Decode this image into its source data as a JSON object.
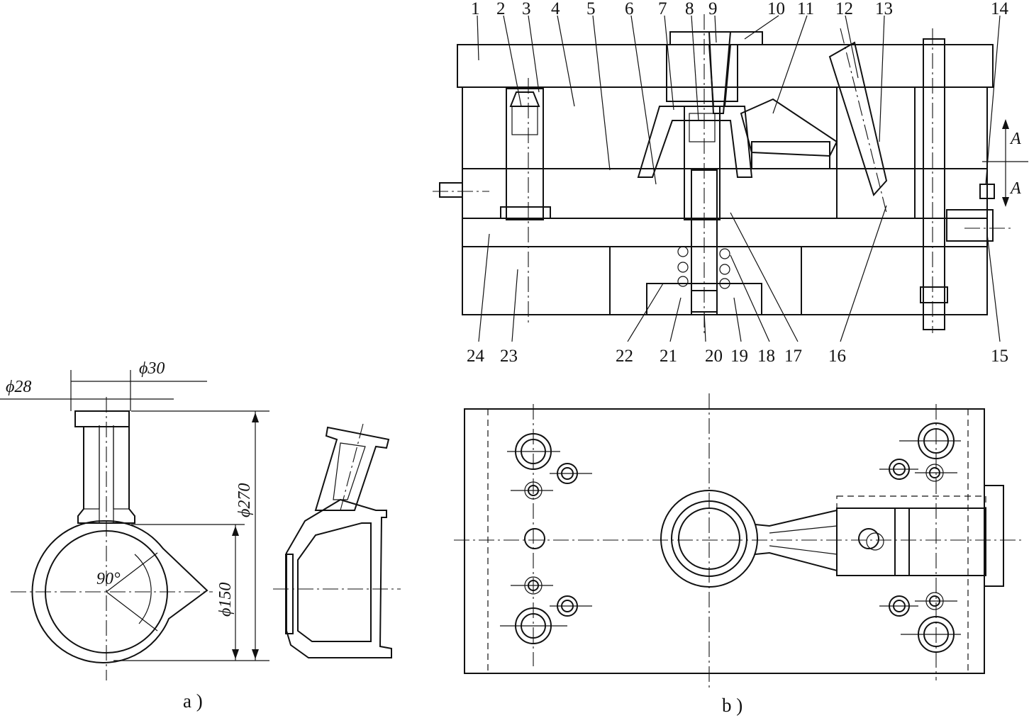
{
  "figure_a": {
    "caption": "a )",
    "dimensions": {
      "d28": "ϕ28",
      "d30": "ϕ30",
      "d270": "ϕ270",
      "d150": "ϕ150",
      "angle": "90°"
    }
  },
  "figure_b": {
    "caption": "b )",
    "section_label_top": "A",
    "section_label_bottom": "A",
    "part_numbers_top": [
      "1",
      "2",
      "3",
      "4",
      "5",
      "6",
      "7",
      "8",
      "9",
      "10",
      "11",
      "12",
      "13",
      "14"
    ],
    "part_numbers_bottom": [
      "24",
      "23",
      "22",
      "21",
      "20",
      "19",
      "18",
      "17",
      "16",
      "15"
    ]
  }
}
